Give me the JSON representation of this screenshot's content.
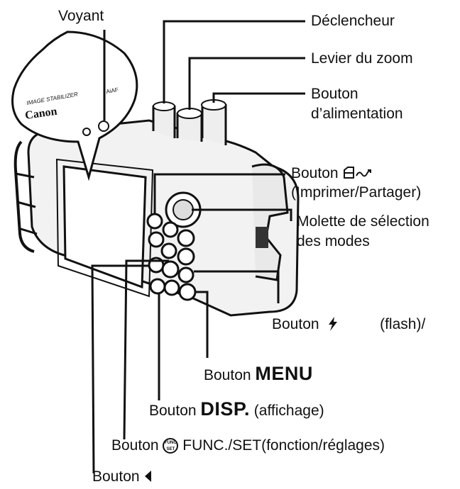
{
  "labels": {
    "voyant": "Voyant",
    "declencheur": "Déclencheur",
    "levier_zoom": "Levier du zoom",
    "bouton_alim_1": "Bouton",
    "bouton_alim_2": "d’alimentation",
    "bouton_print_prefix": "Bouton",
    "bouton_print_sub": "(Imprimer/Partager)",
    "molette_1": "Molette de sélection",
    "molette_2": "des modes",
    "bouton_flash_prefix": "Bouton",
    "bouton_flash_suffix": "(flash)/",
    "bouton_menu_prefix": "Bouton",
    "bouton_menu_word": "MENU",
    "bouton_disp_prefix": "Bouton",
    "bouton_disp_word": "DISP.",
    "bouton_disp_suffix": "(affichage)",
    "bouton_func_prefix": "Bouton",
    "bouton_func_suffix": "FUNC./SET(fonction/réglages)",
    "bouton_left_prefix": "Bouton"
  },
  "camera_text": {
    "brand": "Canon",
    "stabilizer": "IMAGE STABILIZER",
    "mode": "AiAF",
    "func_icon_top": "FUNC",
    "func_icon_bottom": "SET"
  },
  "icons": {
    "print_share": "print-share-icon",
    "flash": "flash-icon",
    "func_set": "func-set-icon",
    "left_arrow": "left-arrow-icon"
  }
}
